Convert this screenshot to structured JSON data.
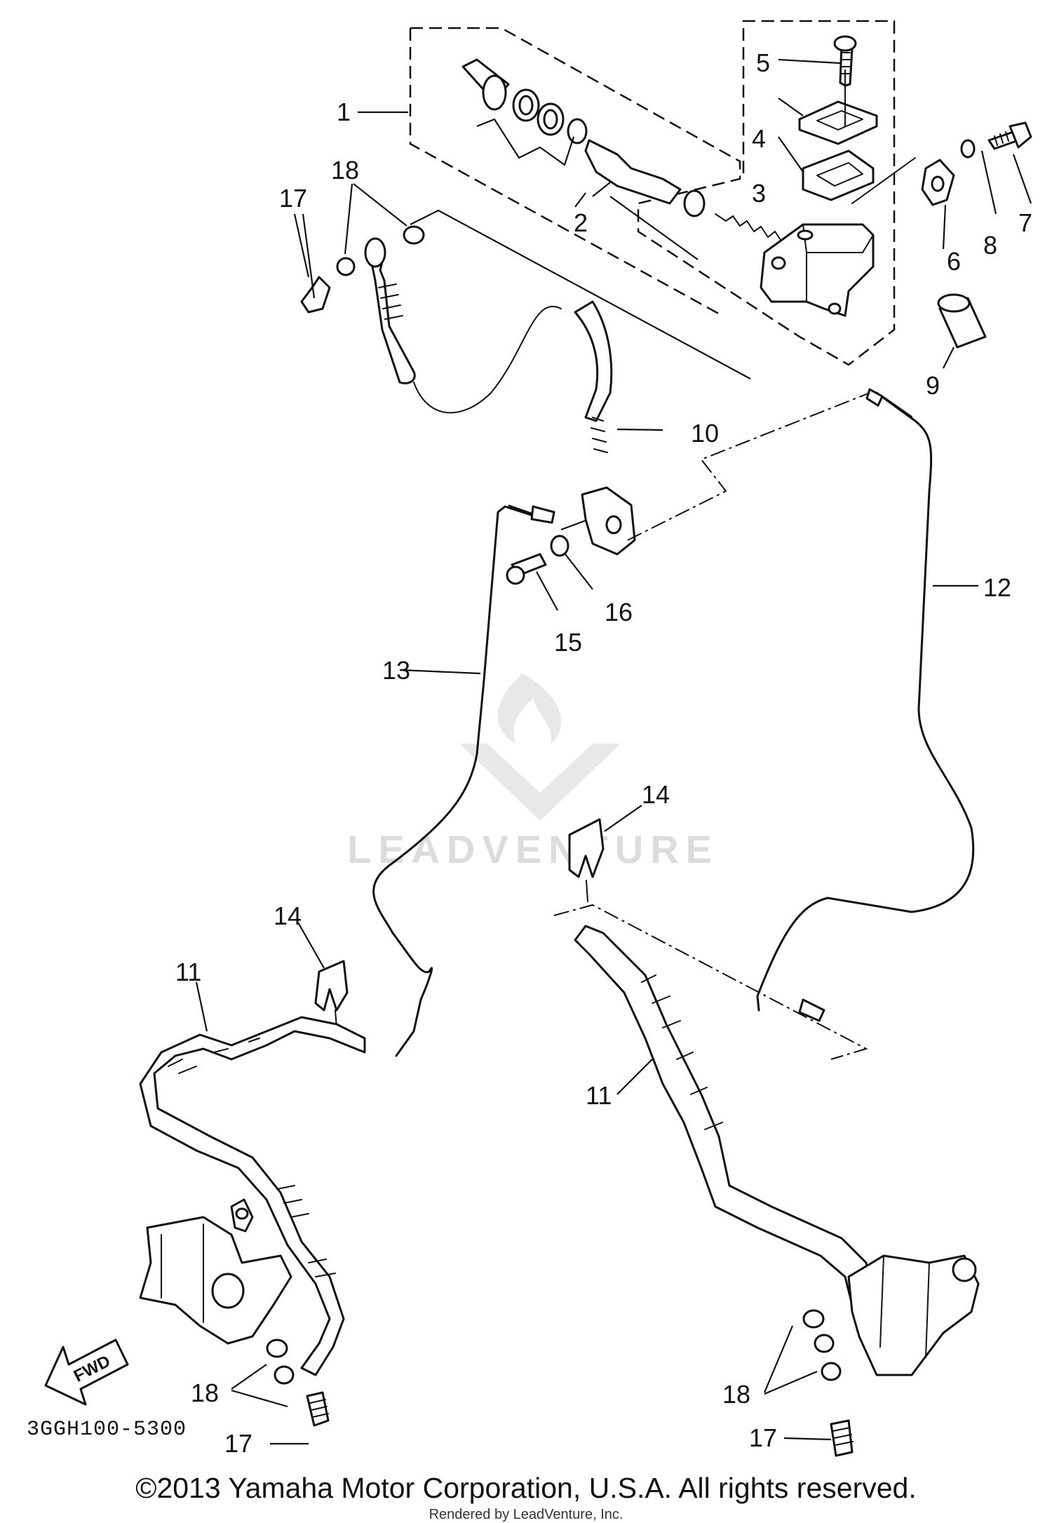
{
  "diagram": {
    "watermark_text": "LEADVENTURE",
    "fwd_label": "FWD",
    "diagram_code": "3GGH100-5300",
    "copyright": "©2013 Yamaha Motor Corporation, U.S.A. All rights reserved.",
    "rendered_by": "Rendered by LeadVenture, Inc.",
    "callouts": {
      "c1": "1",
      "c2": "2",
      "c3": "3",
      "c4": "4",
      "c5": "5",
      "c6": "6",
      "c7": "7",
      "c8": "8",
      "c9": "9",
      "c10": "10",
      "c11a": "11",
      "c11b": "11",
      "c12": "12",
      "c13": "13",
      "c14a": "14",
      "c14b": "14",
      "c15": "15",
      "c16": "16",
      "c17a": "17",
      "c17b": "17",
      "c17c": "17",
      "c18a": "18",
      "c18b": "18",
      "c18c": "18"
    }
  }
}
